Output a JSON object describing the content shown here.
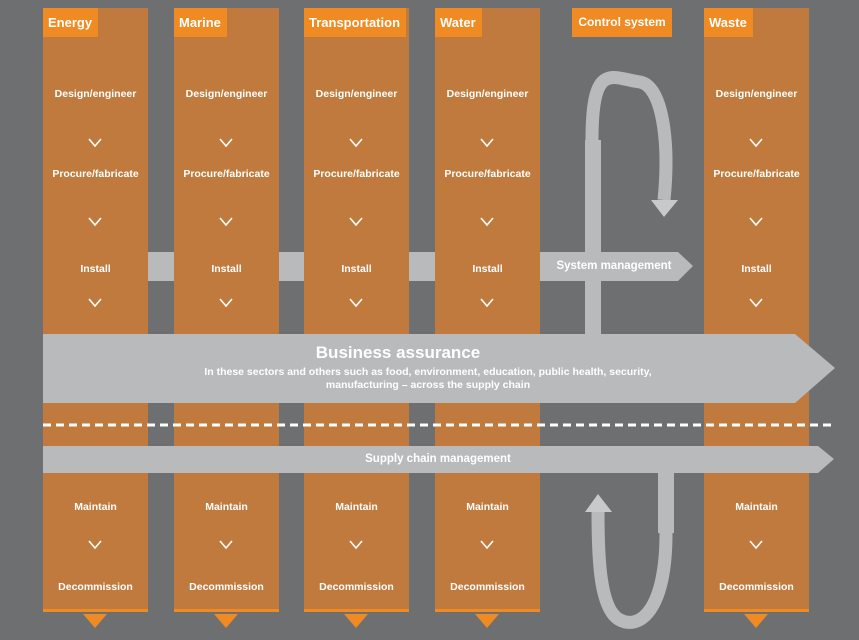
{
  "columns": [
    {
      "title": "Energy"
    },
    {
      "title": "Marine"
    },
    {
      "title": "Transportation"
    },
    {
      "title": "Water"
    },
    {
      "title": "Waste"
    }
  ],
  "stages": {
    "design": "Design/engineer",
    "procure": "Procure/fabricate",
    "install": "Install",
    "maintain": "Maintain",
    "decommission": "Decommission"
  },
  "control_system": "Control system",
  "system_management": "System management",
  "business_assurance": {
    "title": "Business assurance",
    "subtitle": "In these sectors and others such as food, environment, education, public health, security, manufacturing – across the supply chain"
  },
  "supply_chain_management": "Supply chain management",
  "colors": {
    "background": "#6e6f71",
    "column": "#c07a3d",
    "accent": "#f08a23",
    "arrow": "#b9babc"
  },
  "icons": {
    "chevron": "chevron-down-icon",
    "cycle": "cycle-arrow-icon"
  }
}
